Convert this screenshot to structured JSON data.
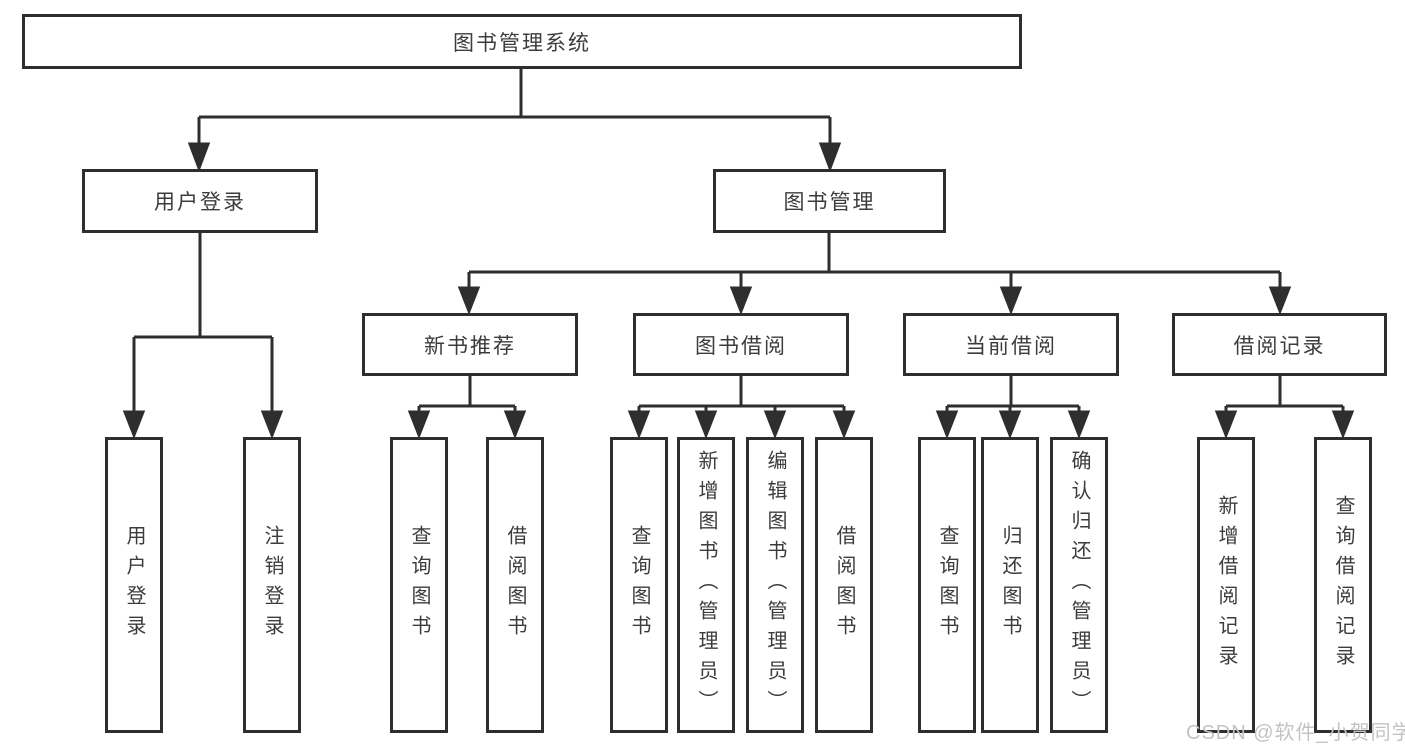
{
  "diagram": {
    "root": {
      "label": "图书管理系统"
    },
    "level2": [
      {
        "label": "用户登录"
      },
      {
        "label": "图书管理"
      }
    ],
    "level3": [
      {
        "label": "新书推荐"
      },
      {
        "label": "图书借阅"
      },
      {
        "label": "当前借阅"
      },
      {
        "label": "借阅记录"
      }
    ],
    "leaves": {
      "user_login": [
        "用户登录",
        "注销登录"
      ],
      "new_book_recommend": [
        "查询图书",
        "借阅图书"
      ],
      "book_borrowing": [
        "查询图书",
        "新增图书（管理员）",
        "编辑图书（管理员）",
        "借阅图书"
      ],
      "current_borrowing": [
        "查询图书",
        "归还图书",
        "确认归还（管理员）"
      ],
      "borrowing_records": [
        "新增借阅记录",
        "查询借阅记录"
      ]
    }
  },
  "watermark": {
    "text": "CSDN @软件_小贺同学"
  },
  "colors": {
    "line": "#2e2e2e",
    "text": "#3c3c3c",
    "watermark": "#c3c3c3",
    "background": "#ffffff"
  }
}
